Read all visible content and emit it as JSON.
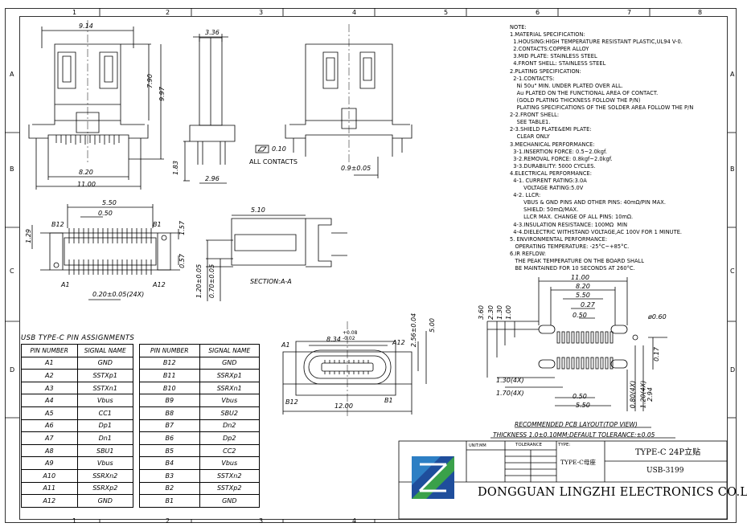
{
  "grid": {
    "cols": [
      "1",
      "2",
      "3",
      "4",
      "5",
      "6",
      "7",
      "8"
    ],
    "rows": [
      "A",
      "B",
      "C",
      "D"
    ]
  },
  "dims": {
    "d914": "9.14",
    "d790": "7.90",
    "d997": "9.97",
    "d820": "8.20",
    "d1100": "11.00",
    "d336": "3.36",
    "d183": "1.83",
    "d296": "2.96",
    "flat": "0.10",
    "all_contacts": "ALL CONTACTS",
    "d09": "0.9±0.05",
    "d550": "5.50",
    "d050": "0.50",
    "b12": "B12",
    "b1": "B1",
    "a1": "A1",
    "a12": "A12",
    "d129": "1.29",
    "d157": "1.57",
    "d057": "0.57",
    "d020": "0.20±0.05(24X)",
    "d510": "5.10",
    "d120": "1.20±0.05",
    "d070": "0.70±0.05",
    "section": "SECTION:A-A",
    "d834": "8.34",
    "d834_tol_up": "+0.08",
    "d834_tol_dn": "-0.02",
    "d256": "2.56±0.04",
    "d500": "5.00",
    "d1200": "12.00",
    "f_a1": "A1",
    "f_a12": "A12",
    "f_b12": "B12",
    "f_b1": "B1",
    "p1100": "11.00",
    "p820": "8.20",
    "p550": "5.50",
    "p027": "0.27",
    "p050": "0.50",
    "p060": "ø0.60",
    "p360": "3.60",
    "p230": "2.30",
    "p130v": "1.30",
    "p100": "1.00",
    "p130": "1.30(4X)",
    "p170": "1.70(4X)",
    "p050b": "0.50",
    "p550b": "5.50",
    "p080": "0.80(4X)",
    "p120": "1.20(4X)",
    "p294": "2.94",
    "p017": "0.17"
  },
  "notes": [
    "NOTE:",
    "1.MATERIAL SPECIFICATION:",
    "  1.HOUSING:HIGH TEMPERATURE RESISTANT PLASTIC,UL94 V-0.",
    "  2.CONTACTS:COPPER ALLOY",
    "  3.MID PLATE: STAINLESS STEEL",
    "  4.FRONT SHELL: STAINLESS STEEL",
    "2.PLATING SPECIFICATION:",
    "  2-1.CONTACTS:",
    "    Ni 50u\" MIN. UNDER PLATED OVER ALL.",
    "    Au PLATED ON THE FUNCTIONAL AREA OF CONTACT.",
    "    (GOLD PLATING THICKNESS FOLLOW THE P/N)",
    "    PLATING SPECIFICATIONS OF THE SOLDER AREA FOLLOW THE P/N",
    "2-2.FRONT SHELL:",
    "    SEE TABLE1.",
    "2-3.SHIELD PLATE&EMI PLATE:",
    "    CLEAR ONLY",
    "3.MECHANICAL PERFORMANCE:",
    "  3-1.INSERTION FORCE: 0.5~2.0kgf.",
    "  3-2.REMOVAL FORCE: 0.8kgf~2.0kgf.",
    "  3-3.DURABILITY: 5000 CYCLES.",
    "4.ELECTRICAL PERFORMANCE:",
    "  4-1. CURRENT RATING:3.0A",
    "        VOLTAGE RATING:5.0V",
    "  4-2. LLCR:",
    "        VBUS & GND PINS AND OTHER PINS: 40mΩ/PIN MAX.",
    "        SHIELD: 50mΩ/MAX.",
    "        LLCR MAX. CHANGE OF ALL PINS: 10mΩ.",
    "  4-3.INSULATION RESISTANCE: 100MΩ  MIN",
    "  4-4.DIELECTRIC WITHSTAND VOLTAGE,AC 100V FOR 1 MINUTE.",
    "5. ENVIRONMENTAL PERFORMANCE:",
    "   OPERATING TEMPERATURE: -25°C~+85°C.",
    "6.IR REFLOW:",
    "   THE PEAK TEMPERATURE ON THE BOARD SHALL",
    "   BE MAINTAINED FOR 10 SECONDS AT 260°C."
  ],
  "pin_table": {
    "title": "USB TYPE-C PIN ASSIGNMENTS",
    "headers": [
      "PIN NUMBER",
      "SIGNAL NAME",
      "PIN NUMBER",
      "SIGNAL NAME"
    ],
    "rows": [
      [
        "A1",
        "GND",
        "B12",
        "GND"
      ],
      [
        "A2",
        "SSTXp1",
        "B11",
        "SSRXp1"
      ],
      [
        "A3",
        "SSTXn1",
        "B10",
        "SSRXn1"
      ],
      [
        "A4",
        "Vbus",
        "B9",
        "Vbus"
      ],
      [
        "A5",
        "CC1",
        "B8",
        "SBU2"
      ],
      [
        "A6",
        "Dp1",
        "B7",
        "Dn2"
      ],
      [
        "A7",
        "Dn1",
        "B6",
        "Dp2"
      ],
      [
        "A8",
        "SBU1",
        "B5",
        "CC2"
      ],
      [
        "A9",
        "Vbus",
        "B4",
        "Vbus"
      ],
      [
        "A10",
        "SSRXn2",
        "B3",
        "SSTXn2"
      ],
      [
        "A11",
        "SSRXp2",
        "B2",
        "SSTXp2"
      ],
      [
        "A12",
        "GND",
        "B1",
        "GND"
      ]
    ]
  },
  "pcb": {
    "title": "RECOMMENDED PCB LAYOUT(TOP VIEW)",
    "subtitle": "THICKNESS 1.0±0.10MM;DEFAULT TOLERANCE:±0.05"
  },
  "title_block": {
    "unit_label": "UNIT:MM",
    "tolerance_label": "TOLERANCE",
    "type_label": "TYPE:",
    "type_value": "TYPE-C母座",
    "part_name": "TYPE-C 24P立贴",
    "part_number": "USB-3199",
    "company": "DONGGUAN LINGZHI ELECTRONICS CO.LTD"
  },
  "colors": {
    "logo_blue": "#1f4e9c",
    "logo_green": "#3aa14a"
  }
}
